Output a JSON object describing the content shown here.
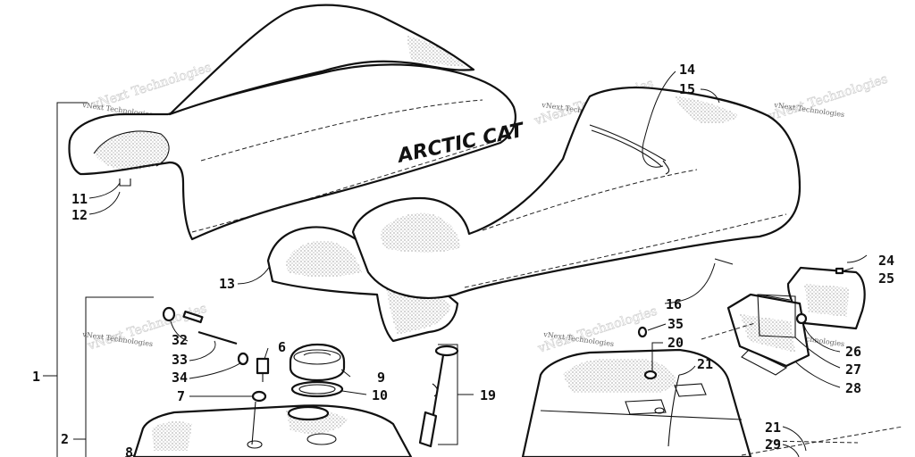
{
  "brand_text": "ARCTIC CAT",
  "watermark_text": "vNext Technologies",
  "callouts": [
    {
      "id": "c1",
      "text": "1"
    },
    {
      "id": "c2",
      "text": "2"
    },
    {
      "id": "c6",
      "text": "6"
    },
    {
      "id": "c7",
      "text": "7"
    },
    {
      "id": "c8",
      "text": "8"
    },
    {
      "id": "c9",
      "text": "9"
    },
    {
      "id": "c10",
      "text": "10"
    },
    {
      "id": "c11",
      "text": "11"
    },
    {
      "id": "c12",
      "text": "12"
    },
    {
      "id": "c13",
      "text": "13"
    },
    {
      "id": "c14",
      "text": "14"
    },
    {
      "id": "c15",
      "text": "15"
    },
    {
      "id": "c16",
      "text": "16"
    },
    {
      "id": "c19",
      "text": "19"
    },
    {
      "id": "c20",
      "text": "20"
    },
    {
      "id": "c21a",
      "text": "21"
    },
    {
      "id": "c21b",
      "text": "21"
    },
    {
      "id": "c24",
      "text": "24"
    },
    {
      "id": "c25",
      "text": "25"
    },
    {
      "id": "c26",
      "text": "26"
    },
    {
      "id": "c27",
      "text": "27"
    },
    {
      "id": "c28",
      "text": "28"
    },
    {
      "id": "c29",
      "text": "29"
    },
    {
      "id": "c32",
      "text": "32"
    },
    {
      "id": "c33",
      "text": "33"
    },
    {
      "id": "c34",
      "text": "34"
    },
    {
      "id": "c35",
      "text": "35"
    }
  ]
}
